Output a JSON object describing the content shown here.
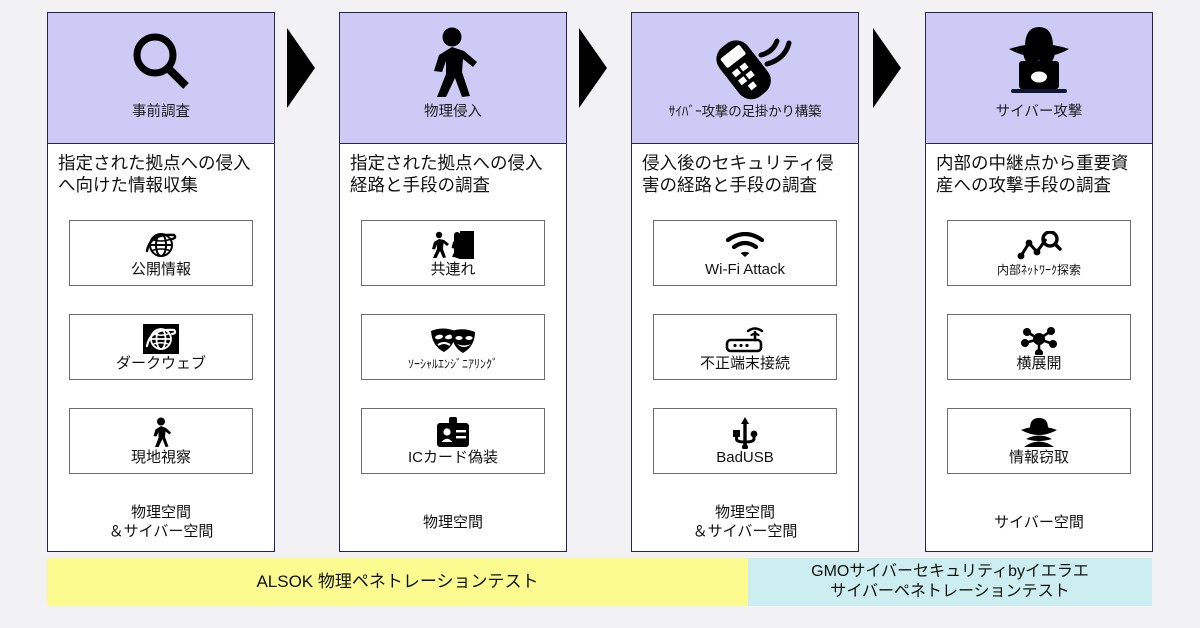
{
  "colors": {
    "header_fill": "#cdcbf6",
    "header_border": "#2a2352",
    "item_border": "#6b6b70",
    "bar_yellow": "#fbfb8f",
    "bar_teal": "#cdeef1",
    "page_bg": "#f2f1f4"
  },
  "columns": [
    {
      "id": "recon",
      "icon": "magnifier-icon",
      "header": "事前調査",
      "description": "指定された拠点への侵入へ向けた情報収集",
      "footer": "物理空間\n＆サイバー空間",
      "footer_lines": [
        "物理空間",
        "＆サイバー空間"
      ],
      "items": [
        {
          "icon": "globe-outline-icon",
          "label": "公開情報"
        },
        {
          "icon": "globe-dark-icon",
          "label": "ダークウェブ"
        },
        {
          "icon": "walking-person-icon",
          "label": "現地視察"
        }
      ]
    },
    {
      "id": "physical-intrusion",
      "icon": "walking-person-icon",
      "header": "物理侵入",
      "description": "指定された拠点への侵入経路と手段の調査",
      "footer": "物理空間",
      "footer_lines": [
        "物理空間"
      ],
      "items": [
        {
          "icon": "tailgating-door-icon",
          "label": "共連れ"
        },
        {
          "icon": "theater-masks-icon",
          "label": "ｿｰｼｬﾙｴﾝｼﾞﾆｱﾘﾝｸﾞ"
        },
        {
          "icon": "id-card-icon",
          "label": "ICカード偽装"
        }
      ]
    },
    {
      "id": "foothold",
      "icon": "remote-control-icon",
      "header": "ｻｲﾊﾞｰ攻撃の足掛かり構築",
      "description": "侵入後のセキュリティ侵害の経路と手段の調査",
      "footer": "物理空間\n＆サイバー空間",
      "footer_lines": [
        "物理空間",
        "＆サイバー空間"
      ],
      "items": [
        {
          "icon": "wifi-icon",
          "label": "Wi-Fi Attack"
        },
        {
          "icon": "router-icon",
          "label": "不正端末接続"
        },
        {
          "icon": "usb-icon",
          "label": "BadUSB"
        }
      ]
    },
    {
      "id": "cyber-attack",
      "icon": "hacker-laptop-icon",
      "header": "サイバー攻撃",
      "description": "内部の中継点から重要資産への攻撃手段の調査",
      "footer": "サイバー空間",
      "footer_lines": [
        "サイバー空間"
      ],
      "items": [
        {
          "icon": "network-scan-icon",
          "label": "内部ﾈｯﾄﾜｰｸ探索"
        },
        {
          "icon": "lateral-movement-icon",
          "label": "横展開"
        },
        {
          "icon": "spy-hat-icon",
          "label": "情報窃取"
        }
      ]
    }
  ],
  "arrows": [
    {
      "name": "arrow-recon-to-physical"
    },
    {
      "name": "arrow-physical-to-foothold"
    },
    {
      "name": "arrow-foothold-to-cyber"
    }
  ],
  "bars": {
    "yellow": {
      "text": "ALSOK 物理ペネトレーションテスト"
    },
    "teal": {
      "line1": "GMOサイバーセキュリティbyイエラエ",
      "line2": "サイバーペネトレーションテスト"
    }
  }
}
